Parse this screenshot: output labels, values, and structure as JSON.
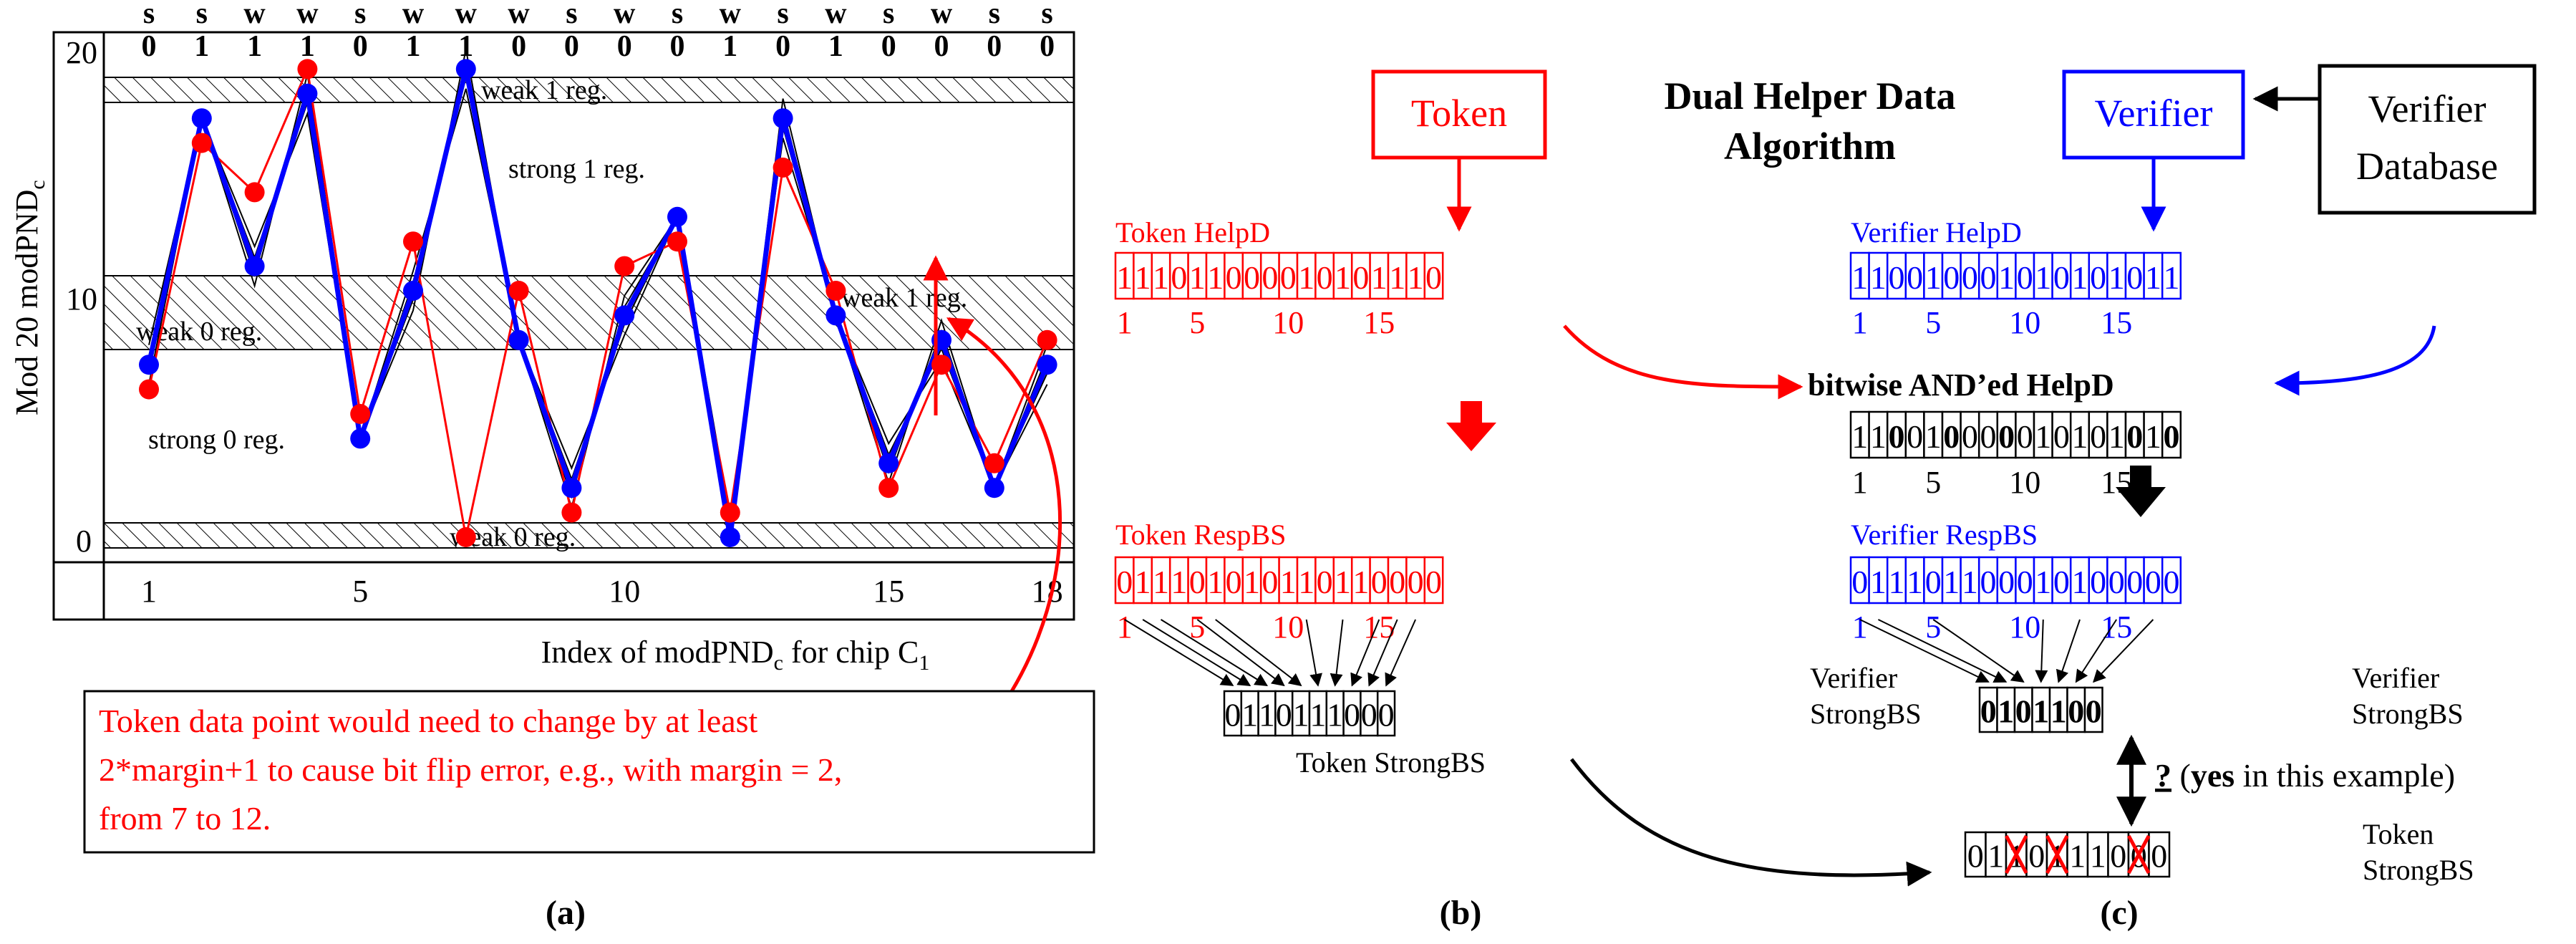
{
  "panel_a": {
    "caption": "(a)",
    "ylabel": "Mod 20 modPND",
    "ylabel_sub": "c",
    "y_ticks": [
      "20",
      "10",
      "0"
    ],
    "x_ticks": [
      "1",
      "5",
      "10",
      "15",
      "18"
    ],
    "xlabel_parts": [
      "Index of modPND",
      "c",
      " for chip C",
      "1"
    ],
    "strength_letters": [
      "s",
      "s",
      "w",
      "w",
      "s",
      "w",
      "w",
      "w",
      "s",
      "w",
      "s",
      "w",
      "s",
      "w",
      "s",
      "w",
      "s",
      "s"
    ],
    "bit_values": [
      "0",
      "1",
      "1",
      "1",
      "0",
      "1",
      "1",
      "0",
      "0",
      "0",
      "0",
      "1",
      "0",
      "1",
      "0",
      "0",
      "0",
      "0"
    ],
    "regions": {
      "weak1": "weak 1 reg.",
      "strong1": "strong 1 reg.",
      "weak0_left": "weak 0 reg.",
      "weak0_right": "weak 1 reg.",
      "strong0": "strong 0 reg.",
      "weak0_bottom": "weak 0 reg."
    },
    "chart_data": {
      "type": "line",
      "x": [
        1,
        2,
        3,
        4,
        5,
        6,
        7,
        8,
        9,
        10,
        11,
        12,
        13,
        14,
        15,
        16,
        17,
        18
      ],
      "ylim": [
        0,
        20
      ],
      "xlim": [
        1,
        18
      ],
      "series": [
        {
          "values": [
            6,
            16,
            14,
            19,
            5,
            12,
            0,
            10,
            1,
            11,
            12,
            1,
            15,
            10,
            2,
            7,
            3,
            8
          ],
          "color": "#ff0000"
        },
        {
          "values": [
            7,
            17,
            11,
            18,
            4,
            10,
            19,
            8,
            2,
            9,
            13,
            0,
            17,
            9,
            3,
            8,
            2,
            7
          ],
          "color": "#0000ff"
        }
      ]
    },
    "note_lines": [
      "Token data point would need to change by at least",
      "2*margin+1 to cause bit flip error, e.g., with margin = 2,",
      "from 7 to 12."
    ]
  },
  "panel_b": {
    "caption": "(b)",
    "token_box": "Token",
    "helpd_label": "Token  HelpD",
    "helpd_bits": [
      "1",
      "1",
      "1",
      "0",
      "1",
      "1",
      "0",
      "0",
      "0",
      "0",
      "1",
      "0",
      "1",
      "0",
      "1",
      "1",
      "1",
      "0"
    ],
    "index_labels": [
      "1",
      "5",
      "10",
      "15"
    ],
    "respbs_label": "Token  RespBS",
    "respbs_bits": [
      "0",
      "1",
      "1",
      "1",
      "0",
      "1",
      "0",
      "1",
      "0",
      "1",
      "1",
      "0",
      "1",
      "1",
      "0",
      "0",
      "0",
      "0"
    ],
    "strongbs_bits": [
      "0",
      "1",
      "1",
      "0",
      "1",
      "1",
      "1",
      "0",
      "0",
      "0"
    ],
    "strongbs_label": "Token  StrongBS"
  },
  "panel_c": {
    "caption": "(c)",
    "title_lines": [
      "Dual Helper Data",
      "Algorithm"
    ],
    "verifier_box": "Verifier",
    "database_lines": [
      "Verifier",
      "Database"
    ],
    "helpd_label": "Verifier  HelpD",
    "helpd_bits": [
      "1",
      "1",
      "0",
      "0",
      "1",
      "0",
      "0",
      "0",
      "1",
      "0",
      "1",
      "0",
      "1",
      "0",
      "1",
      "0",
      "1",
      "1"
    ],
    "index_labels": [
      "1",
      "5",
      "10",
      "15"
    ],
    "and_label": "bitwise AND’ed HelpD",
    "and_bits": [
      "1",
      "1",
      "0",
      "0",
      "1",
      "0",
      "0",
      "0",
      "0",
      "0",
      "1",
      "0",
      "1",
      "0",
      "1",
      "0",
      "1",
      "0"
    ],
    "respbs_label": "Verifier  RespBS",
    "respbs_bits": [
      "0",
      "1",
      "1",
      "1",
      "0",
      "1",
      "1",
      "0",
      "0",
      "0",
      "1",
      "0",
      "1",
      "0",
      "0",
      "0",
      "0",
      "0"
    ],
    "strongbs_left_lines": [
      "Verifier",
      "StrongBS"
    ],
    "strongbs_right_lines": [
      "Verifier",
      "StrongBS"
    ],
    "strongbs_bits": [
      "0",
      "1",
      "0",
      "1",
      "1",
      "0",
      "0"
    ],
    "compare_q": "?",
    "compare_text_paren_open": " (",
    "compare_yes": "yes",
    "compare_rest": " in this example)",
    "token_strongbs_bits": [
      "0",
      "1",
      "1",
      "0",
      "1",
      "1",
      "1",
      "0",
      "0",
      "0"
    ],
    "token_strongbs_lines": [
      "Token",
      "StrongBS"
    ]
  }
}
